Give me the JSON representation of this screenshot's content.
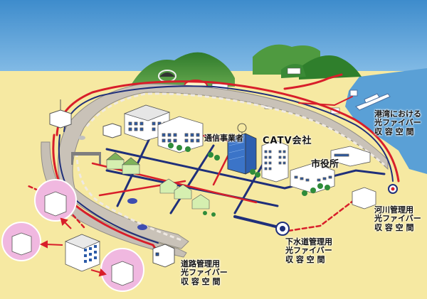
{
  "labels": {
    "telecom": "通信事業者",
    "catv": "CATV会社",
    "city_hall": "市役所",
    "port": [
      "港湾における",
      "光ファイバー",
      "収 容 空 間"
    ],
    "river": [
      "河川管理用",
      "光ファイバー",
      "収 容 空 間"
    ],
    "sewer": [
      "下水道管理用",
      "光ファイバー",
      "収 容 空 間"
    ],
    "road": [
      "道路管理用",
      "光ファイバー",
      "収 容 空 間"
    ]
  },
  "colors": {
    "sky": "#4e95cf",
    "sea": "#5aa0d6",
    "land": "#f6e9a2",
    "mountain": "#3f8f3a",
    "red_line": "#d81e2a",
    "navy_line": "#1f2f7a",
    "road": "#c9c2b8"
  }
}
